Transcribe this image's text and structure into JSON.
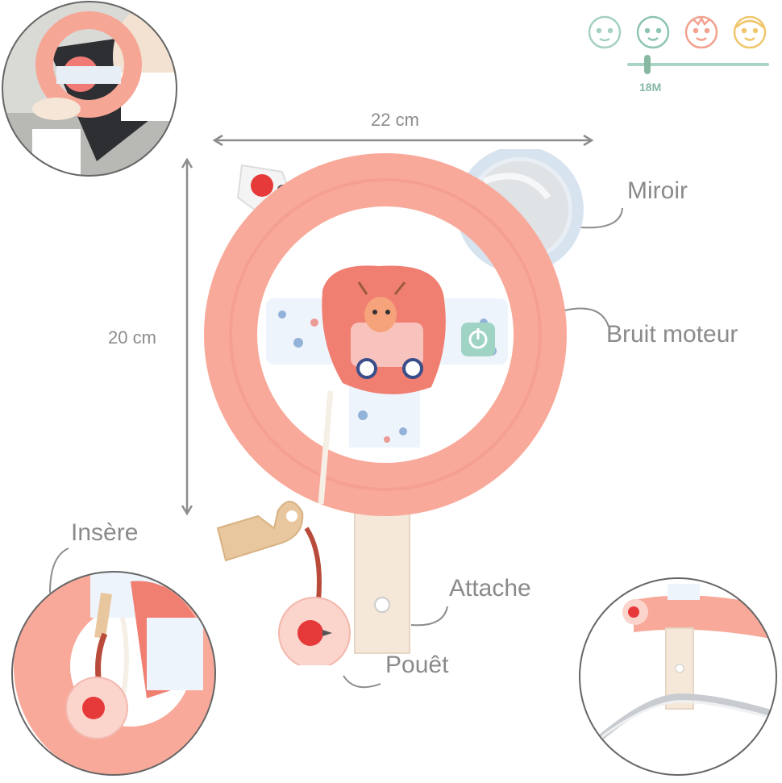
{
  "dimensions": {
    "width": "22 cm",
    "height": "20 cm"
  },
  "age": {
    "label": "18M"
  },
  "age_faces": [
    "baby-face-icon",
    "toddler-face-icon",
    "child-face-icon",
    "kid-face-icon"
  ],
  "features": {
    "mirror": "Miroir",
    "engine": "Bruit moteur",
    "insert": "Insère",
    "attach": "Attache",
    "squeak": "Pouêt"
  },
  "colors": {
    "wheel": "#f8a999",
    "wheel_shade": "#f19282",
    "accent_green": "#8cc3ad",
    "text": "#8a8a8a"
  }
}
